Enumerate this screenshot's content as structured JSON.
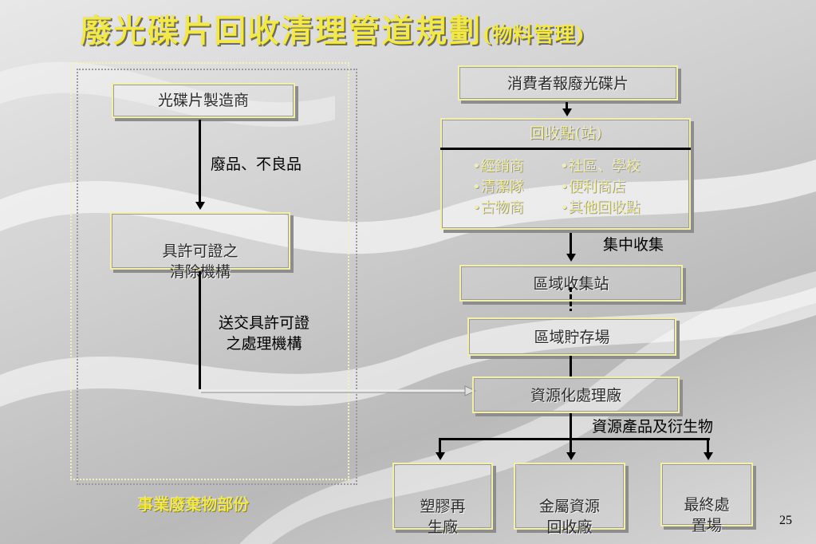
{
  "title": {
    "main": "廢光碟片回收清理管道規劃",
    "sub": "(物料管理)"
  },
  "left": {
    "manufacturer": "光碟片製造商",
    "defect_label": "廢品、不良品",
    "licensed_org": "具許可證之\n清除機構",
    "deliver_label": "送交具許可證\n之處理機構",
    "footer": "事業廢棄物部份"
  },
  "right": {
    "consumer": "消費者報廢光碟片",
    "collection_point": "回收點(站)",
    "collection_sites": [
      "•經銷商",
      "•社區、學校",
      "•清潔隊",
      "•便利商店",
      "•古物商",
      "•其他回收點"
    ],
    "centralized_label": "集中收集",
    "regional_station": "區域收集站",
    "regional_storage": "區域貯存場",
    "recycling_plant": "資源化處理廠",
    "products_label": "資源產品及衍生物",
    "plastic_plant": "塑膠再\n生廠",
    "metal_plant": "金屬資源\n回收廠",
    "final_disposal": "最終處\n置場"
  },
  "page_number": "25"
}
